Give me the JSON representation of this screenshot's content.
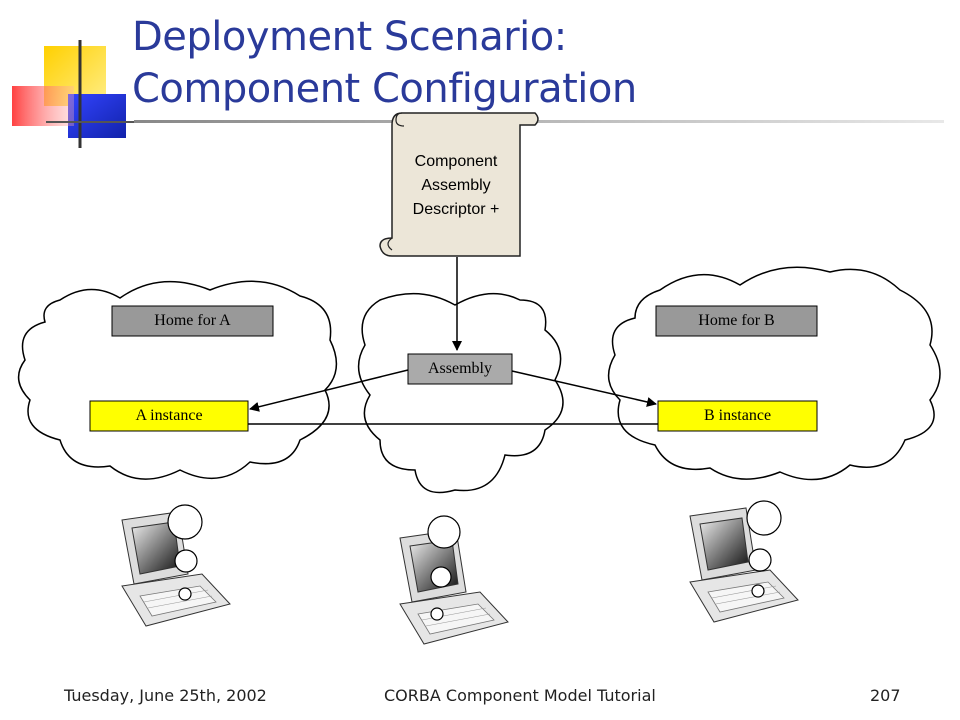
{
  "title": {
    "line1": "Deployment Scenario:",
    "line2": "Component Configuration"
  },
  "descriptor": {
    "lines": [
      "Component",
      "Assembly",
      "Descriptor +"
    ]
  },
  "boxes": {
    "home_a": "Home for A",
    "home_b": "Home for B",
    "assembly": "Assembly",
    "a_instance": "A instance",
    "b_instance": "B instance"
  },
  "colors": {
    "title": "#2a3a9a",
    "home_box": "#999999",
    "instance_box": "#ffff00",
    "assembly_box": "#aaaaaa",
    "scroll": "#ece6d8",
    "deco_yellow": "#ffd700",
    "deco_red": "#ff3030",
    "deco_blue": "#2233cc"
  },
  "footer": {
    "date": "Tuesday, June 25th, 2002",
    "center": "CORBA Component Model Tutorial",
    "page": "207"
  }
}
